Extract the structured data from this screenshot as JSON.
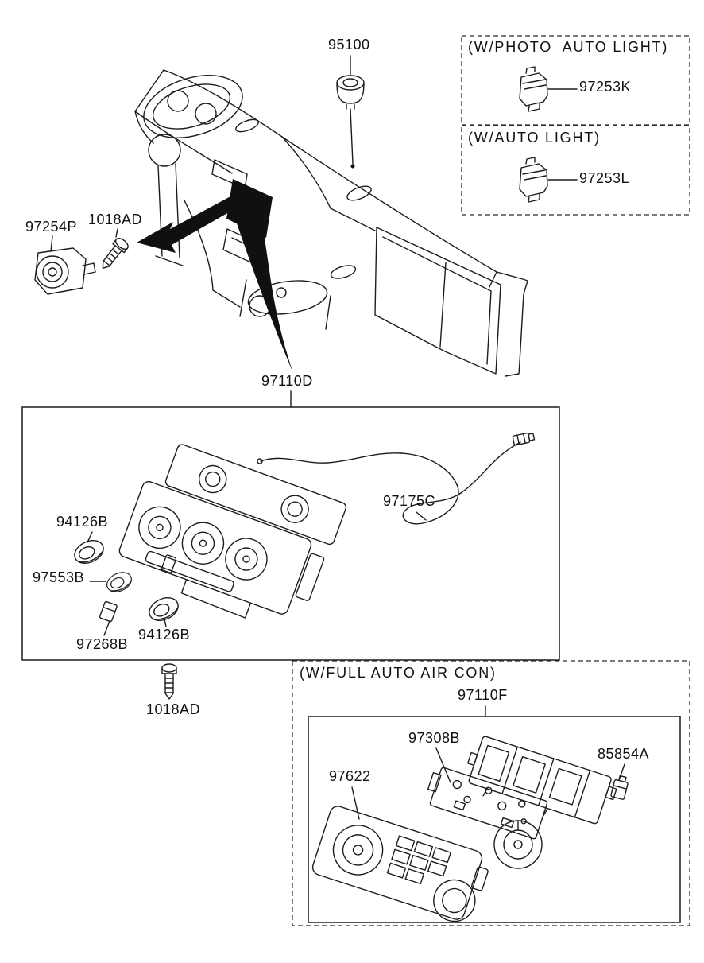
{
  "diagram": {
    "background": "#ffffff",
    "line_color": "#1d1d1d",
    "labels": {
      "l95100": "95100",
      "caption_photo": "(W/PHOTO  AUTO LIGHT)",
      "l97253K": "97253K",
      "caption_auto": "(W/AUTO LIGHT)",
      "l97253L": "97253L",
      "l97254P": "97254P",
      "l1018AD_top": "1018AD",
      "l97110D": "97110D",
      "l97175C": "97175C",
      "l94126B_a": "94126B",
      "l97553B": "97553B",
      "l97268B": "97268B",
      "l94126B_b": "94126B",
      "l1018AD_bottom": "1018AD",
      "caption_full_auto": "(W/FULL AUTO AIR CON)",
      "l97110F": "97110F",
      "l97308B": "97308B",
      "l85854A": "85854A",
      "l97622": "97622"
    }
  }
}
